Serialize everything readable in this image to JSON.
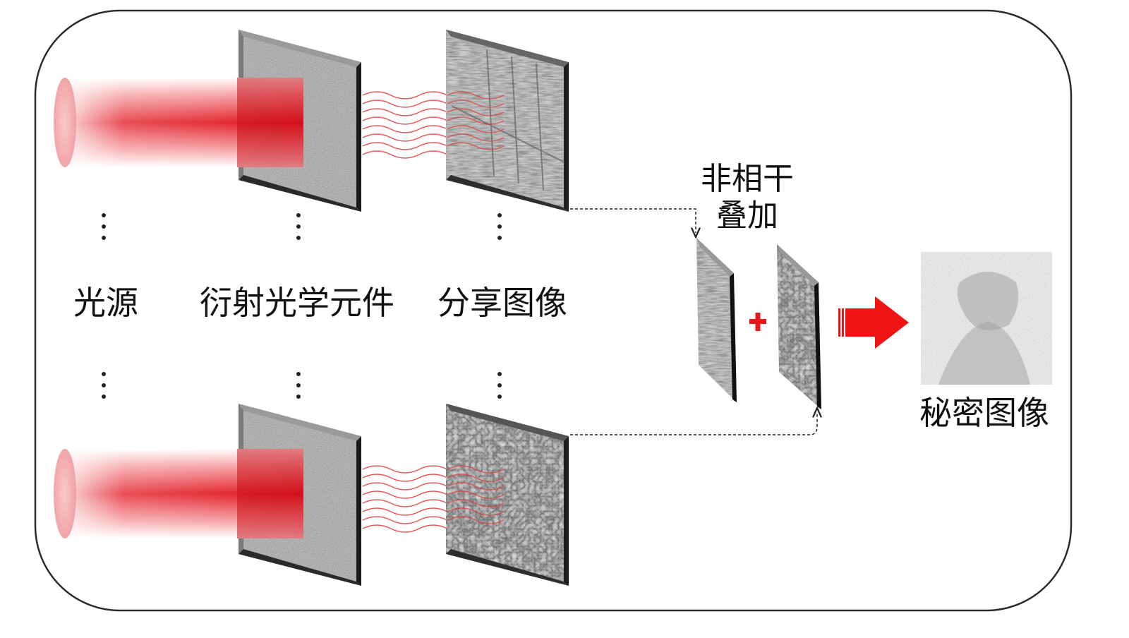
{
  "labels": {
    "light_source": "光源",
    "doe": "衍射光学元件",
    "shared_image": "分享图像",
    "incoherent_line1": "非相干",
    "incoherent_line2": "叠加",
    "secret_image": "秘密图像"
  },
  "colors": {
    "frame": "#2b2b2b",
    "beam": "#e0121b",
    "wave": "#e03a3a",
    "plus": "#e8141c",
    "arrow": "#f01313",
    "panel_dark": "#3a3a3a",
    "panel_light": "#8a8a8a"
  },
  "icons": {
    "plus": "plus-sign-icon",
    "result_arrow": "right-arrow-icon"
  }
}
